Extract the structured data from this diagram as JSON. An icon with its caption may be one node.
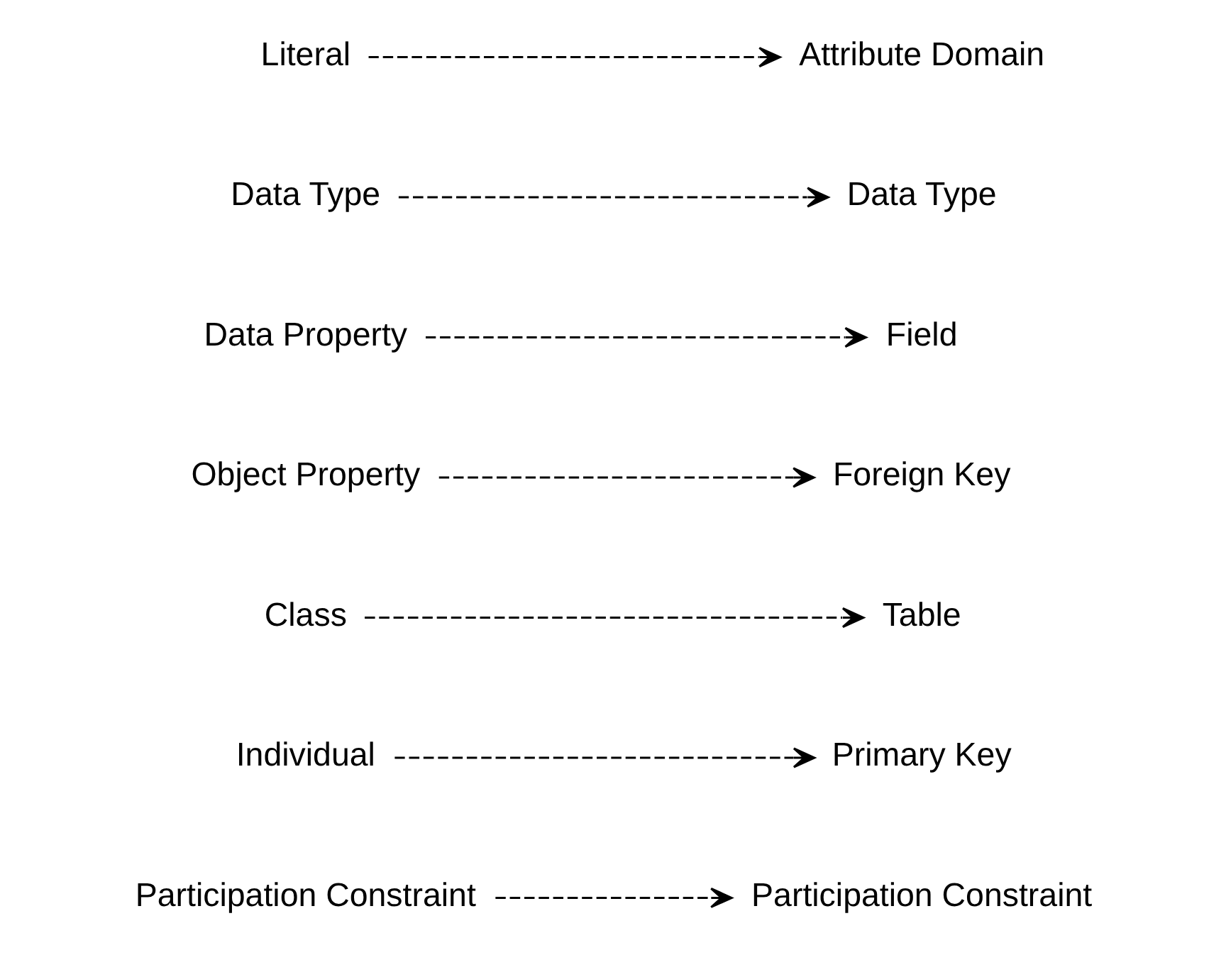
{
  "diagram": {
    "nodes": [
      {
        "text": [
          "Participation Constraint"
        ]
      },
      {
        "text": [
          "Participation Constraint"
        ]
      },
      {
        "text": [
          "Individual"
        ]
      },
      {
        "text": [
          "Primary Key"
        ]
      },
      {
        "text": [
          "Class"
        ]
      },
      {
        "text": [
          "Table"
        ]
      },
      {
        "text": [
          "Object Property"
        ]
      },
      {
        "text": [
          "Foreign Key"
        ]
      },
      {
        "text": [
          "Data Property"
        ]
      },
      {
        "text": [
          "Field"
        ]
      },
      {
        "text": [
          "Data Type"
        ]
      },
      {
        "text": [
          "Data Type"
        ]
      },
      {
        "text": [
          "Literal"
        ]
      },
      {
        "text": [
          "Attribute Domain"
        ]
      }
    ],
    "edges": [
      {
        "from": 0,
        "to": 1,
        "arrow": "to",
        "style": "dashed"
      },
      {
        "from": 2,
        "to": 3,
        "arrow": "to",
        "style": "dashed"
      },
      {
        "from": 4,
        "to": 5,
        "arrow": "to",
        "style": "dashed"
      },
      {
        "from": 6,
        "to": 7,
        "arrow": "to",
        "style": "dashed"
      },
      {
        "from": 8,
        "to": 9,
        "arrow": "to",
        "style": "dashed"
      },
      {
        "from": 10,
        "to": 11,
        "arrow": "to",
        "style": "dashed"
      },
      {
        "from": 12,
        "to": 13,
        "arrow": "to",
        "style": "dashed"
      }
    ]
  }
}
